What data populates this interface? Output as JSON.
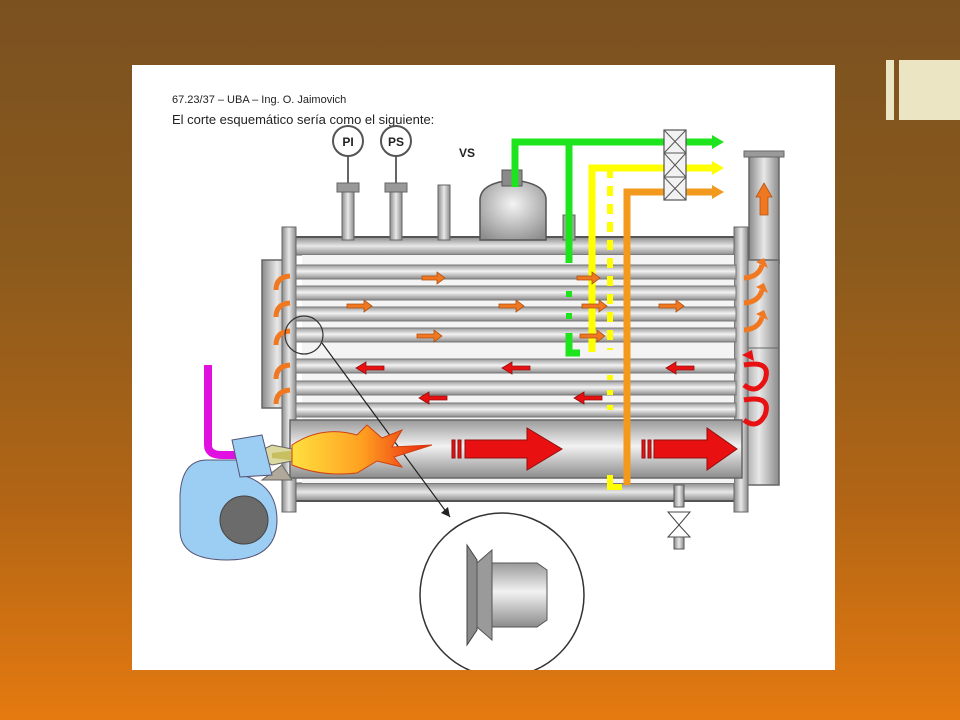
{
  "slide": {
    "header_ref": "67.23/37 – UBA – Ing. O. Jaimovich",
    "subtitle": "El corte esquemático sería como el siguiente:"
  },
  "diagram": {
    "gauge_labels": [
      "PI",
      "PS"
    ],
    "valve_label": "VS"
  },
  "colors": {
    "background_top": "#7b5120",
    "background_bottom": "#e57a10",
    "accent_pale": "#ece5c4",
    "hot_gas": "#e81010",
    "gas_orange": "#f07820",
    "steam_green": "#1ee41e",
    "water_yellow": "#ffff00",
    "feed_orange": "#f39a1e",
    "burner_magenta": "#e010e0",
    "fan_blue": "#9ccdf2",
    "steel_gray": "#b8b8b8"
  }
}
